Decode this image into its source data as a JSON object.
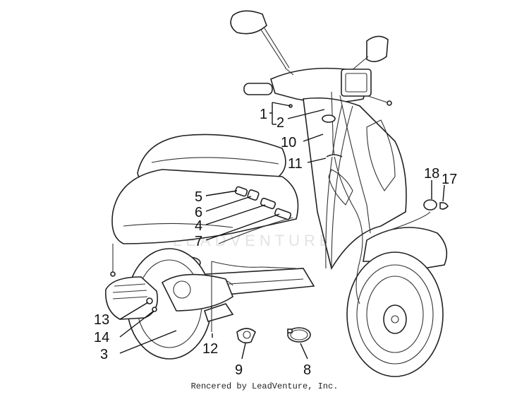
{
  "labels": {
    "l1": "1",
    "l2": "2",
    "l3": "3",
    "l4": "4",
    "l5": "5",
    "l6": "6",
    "l7": "7",
    "l8": "8",
    "l9": "9",
    "l10": "10",
    "l11": "11",
    "l12": "12",
    "l13": "13",
    "l14": "14",
    "l17": "17",
    "l18": "18"
  },
  "watermark": "LEADVENTURE",
  "footer": "Rencered by LeadVenture, Inc."
}
